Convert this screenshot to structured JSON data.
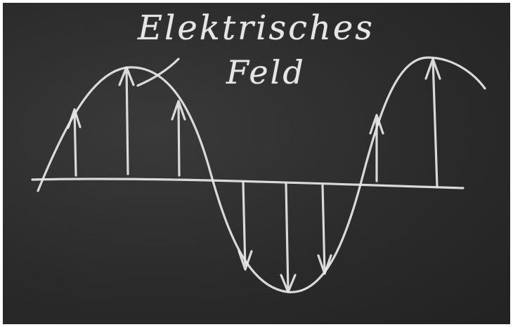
{
  "board": {
    "label_line1": "Elektrisches",
    "label_line2": "Feld"
  },
  "figure": {
    "upward_arrow_count": 5,
    "downward_arrow_count": 3
  }
}
